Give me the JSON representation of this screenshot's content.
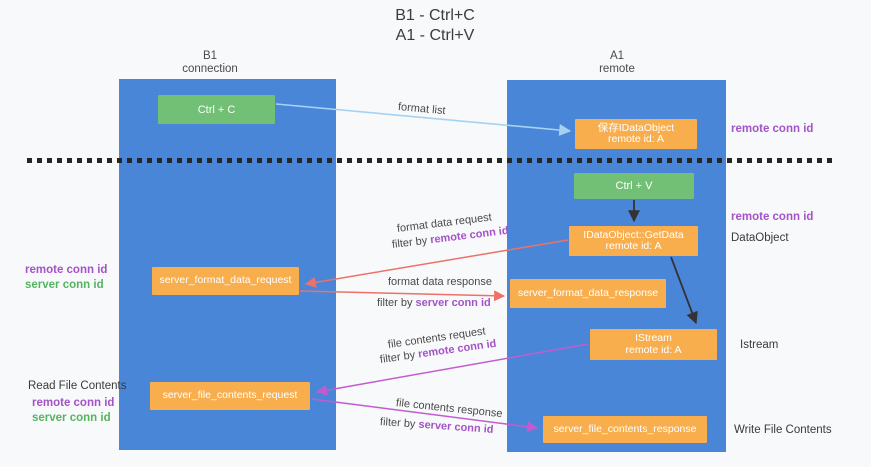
{
  "title": {
    "line1": "B1 - Ctrl+C",
    "line2": "A1 - Ctrl+V"
  },
  "lifelines": {
    "left": {
      "name": "B1",
      "role": "connection"
    },
    "right": {
      "name": "A1",
      "role": "remote"
    }
  },
  "boxes": {
    "ctrl_c": "Ctrl + C",
    "ctrl_v": "Ctrl + V",
    "save_idataobject": {
      "line1": "保存IDataObject",
      "line2": "remote id: A"
    },
    "getdata": {
      "line1": "IDataObject::GetData",
      "line2": "remote id: A"
    },
    "istream": {
      "line1": "IStream",
      "line2": "remote id: A"
    },
    "server_format_data_request": "server_format_data_request",
    "server_format_data_response": "server_format_data_response",
    "server_file_contents_request": "server_file_contents_request",
    "server_file_contents_response": "server_file_contents_response"
  },
  "arrow_labels": {
    "format_list": "format list",
    "format_data_request": "format data request",
    "format_data_response": "format data response",
    "file_contents_request": "file contents request",
    "file_contents_response": "file contents response",
    "filter_by": "filter by",
    "remote_conn_id": "remote conn id",
    "server_conn_id": "server conn id"
  },
  "side_labels": {
    "remote_conn_id": "remote conn id",
    "server_conn_id": "server conn id",
    "dataobject": "DataObject",
    "istream": "Istream",
    "read_file_contents": "Read File Contents",
    "write_file_contents": "Write File Contents"
  },
  "colors": {
    "column_blue": "#4a86d8",
    "box_green": "#72c075",
    "box_orange": "#f9ae4d",
    "arrow_blue": "#a6d2f2",
    "arrow_red": "#ec7168",
    "arrow_magenta": "#c35bce",
    "arrow_black": "#333333",
    "conn_purple": "#a353c7",
    "conn_green": "#55b45f"
  }
}
